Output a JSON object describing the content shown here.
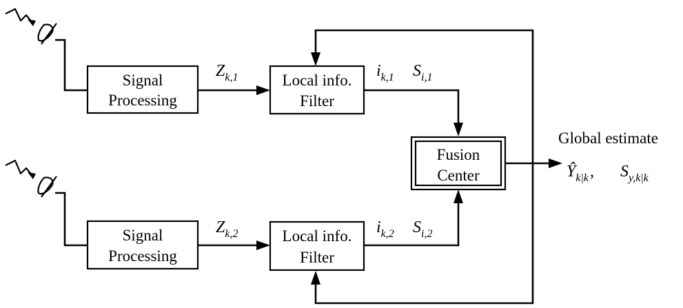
{
  "blocks": {
    "signal_processing_1": {
      "line1": "Signal",
      "line2": "Processing"
    },
    "signal_processing_2": {
      "line1": "Signal",
      "line2": "Processing"
    },
    "local_filter_1": {
      "line1": "Local info.",
      "line2": "Filter"
    },
    "local_filter_2": {
      "line1": "Local info.",
      "line2": "Filter"
    },
    "fusion_center": {
      "line1": "Fusion",
      "line2": "Center"
    }
  },
  "signals": {
    "z1": {
      "base": "Z",
      "sub": "k,1"
    },
    "z2": {
      "base": "Z",
      "sub": "k,2"
    },
    "i1": {
      "base": "i",
      "sub": "k,1"
    },
    "i2": {
      "base": "i",
      "sub": "k,2"
    },
    "s1": {
      "base": "S",
      "sub": "i,1"
    },
    "s2": {
      "base": "S",
      "sub": "i,2"
    }
  },
  "output": {
    "title": "Global estimate",
    "y_hat": {
      "base": "Ŷ",
      "sub": "k|k",
      "sep": ","
    },
    "s_y": {
      "base": "S",
      "sub": "y,k|k"
    }
  }
}
